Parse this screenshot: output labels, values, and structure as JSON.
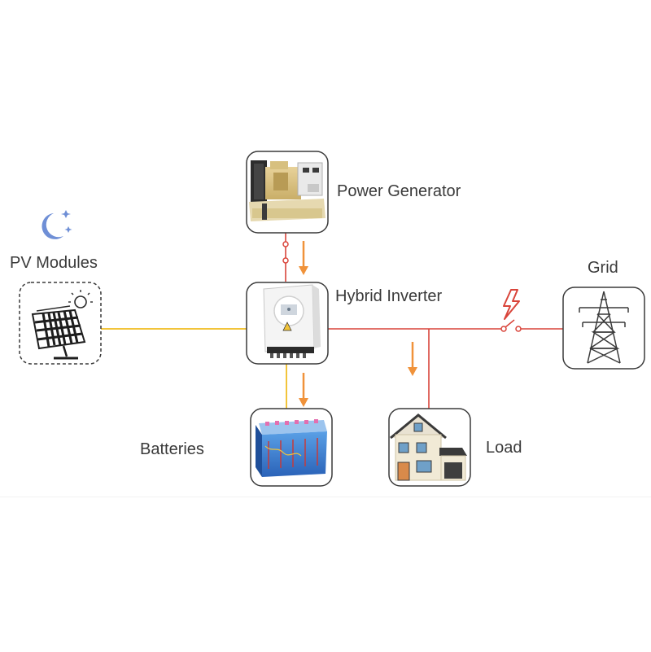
{
  "nodes": {
    "pv_modules": {
      "label": "PV Modules",
      "icon": "solar-panel-icon"
    },
    "power_generator": {
      "label": "Power Generator",
      "icon": "diesel-generator-icon"
    },
    "hybrid_inverter": {
      "label": "Hybrid Inverter",
      "icon": "inverter-icon"
    },
    "grid": {
      "label": "Grid",
      "icon": "transmission-tower-icon"
    },
    "batteries": {
      "label": "Batteries",
      "icon": "battery-bank-icon"
    },
    "load": {
      "label": "Load",
      "icon": "house-icon"
    }
  },
  "decorations": {
    "night_indicator": "moon-stars-icon",
    "grid_indicator": "lightning-icon"
  },
  "colors": {
    "pv_line": "#f2c43a",
    "ac_line": "#d9443a",
    "flow_arrow": "#f0923a",
    "box_border": "#3a3a3a",
    "moon": "#6f8fd6",
    "text": "#3a3a3a"
  }
}
